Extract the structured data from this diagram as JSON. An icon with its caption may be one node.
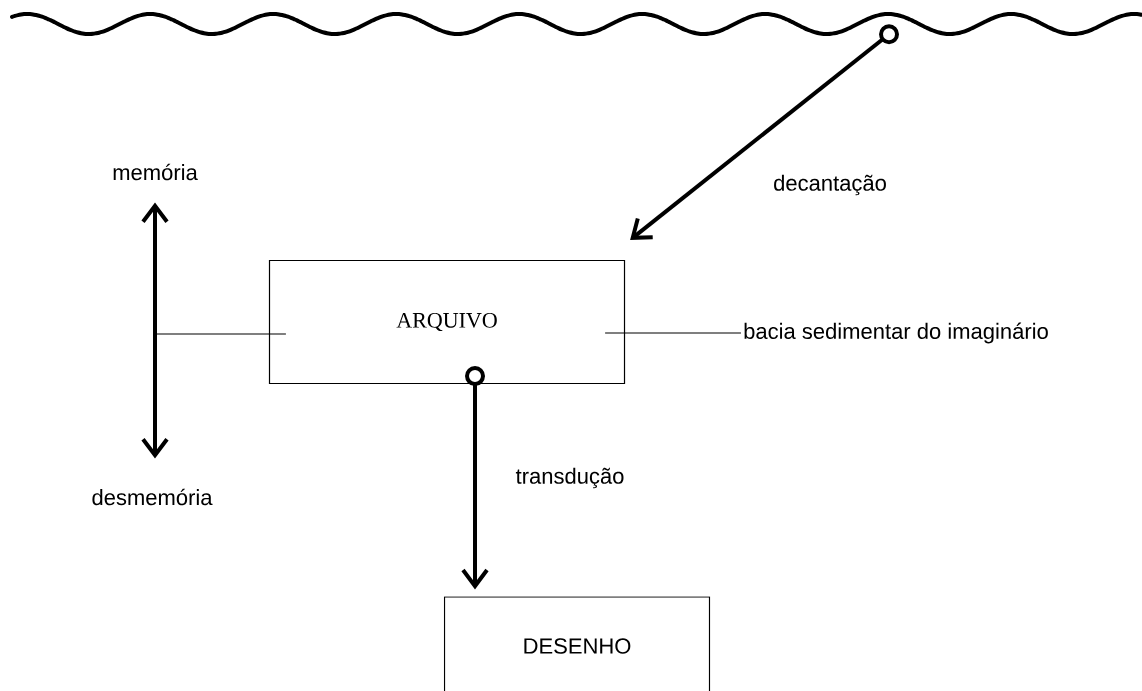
{
  "diagram": {
    "nodes": [
      {
        "text": [],
        "shape": "wave"
      },
      {
        "text": [
          "ARQUIVO"
        ]
      },
      {
        "text": [
          "DESENHO"
        ]
      },
      {
        "text": [
          "bacia sedimentar do imaginário"
        ]
      },
      {
        "text": [
          "memória"
        ]
      },
      {
        "text": [
          "desmemória"
        ]
      }
    ],
    "edges": [
      {
        "from": 0,
        "to": 1,
        "arrow": "to",
        "label": "decantação"
      },
      {
        "from": 1,
        "to": 2,
        "arrow": "to",
        "label": "transdução"
      },
      {
        "from": 3,
        "to": 1,
        "arrow": "none"
      },
      {
        "from": 4,
        "to": 5,
        "arrow": "both"
      },
      {
        "from": 1,
        "to": null,
        "arrow": "none"
      }
    ]
  }
}
